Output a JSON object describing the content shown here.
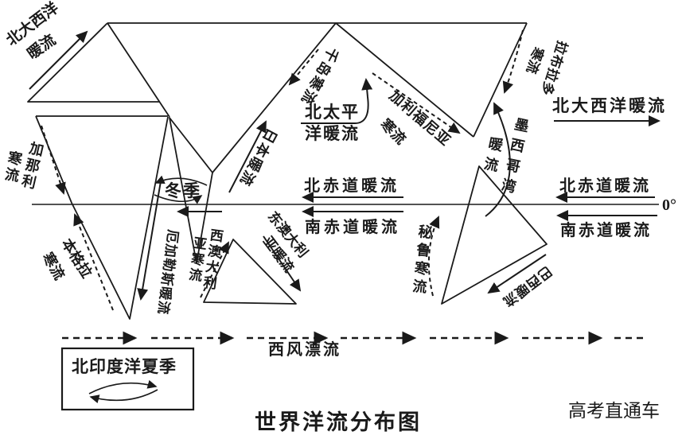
{
  "figure": {
    "title": "世界洋流分布图",
    "watermark": "高考直通车",
    "equator": "0°"
  },
  "labels": {
    "north_atlantic_warm_nw": {
      "line1": "北大西洋",
      "line2": "暖流"
    },
    "canary_cold": {
      "col1": "加那利",
      "col2": "寒流"
    },
    "benguela_cold": {
      "col1": "本格拉",
      "col2": "寒流"
    },
    "kuril_cold": "千岛寒流",
    "japan_warm": "日本暖流",
    "north_pacific_warm": {
      "line1": "北太平",
      "line2": "洋暖流"
    },
    "california_cold": {
      "line1": "加利福尼亚",
      "line2": "寒流"
    },
    "labrador_cold": {
      "col1": "拉布拉多",
      "col2": "寒流"
    },
    "north_atlantic_warm_ne": "北大西洋暖流",
    "gulf_of_mexico_warm": {
      "col1": "墨西哥湾",
      "col2": "暖流"
    },
    "north_equatorial_warm_pacific": "北赤道暖流",
    "south_equatorial_warm_pacific": "南赤道暖流",
    "north_equatorial_warm_atlantic": "北赤道暖流",
    "south_equatorial_warm_atlantic": "南赤道暖流",
    "winter_monsoon": "冬季",
    "agulhas_warm": "厄加勒斯暖流",
    "west_australian_cold": {
      "col1": "西澳大利",
      "col2": "亚寒流"
    },
    "east_australian_warm": {
      "line1": "东澳大利",
      "line2": "亚暖流"
    },
    "peru_cold": "秘鲁寒流",
    "brazil_warm": "巴西暖流",
    "west_wind_drift": "西风漂流",
    "summer_monsoon_box": "北印度洋夏季"
  }
}
